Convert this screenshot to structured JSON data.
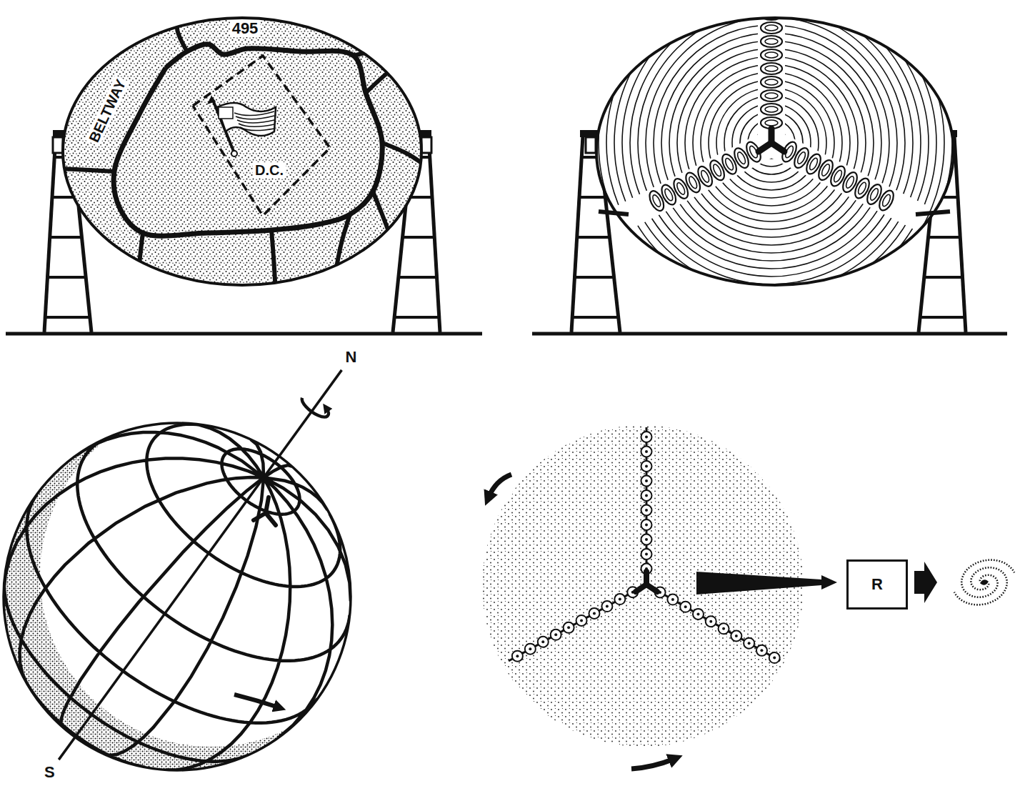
{
  "diagram": {
    "nodes": [
      {
        "text": [
          "R"
        ]
      }
    ],
    "labels": [
      "495",
      "BELTWAY",
      "D.C.",
      "N",
      "S"
    ]
  }
}
